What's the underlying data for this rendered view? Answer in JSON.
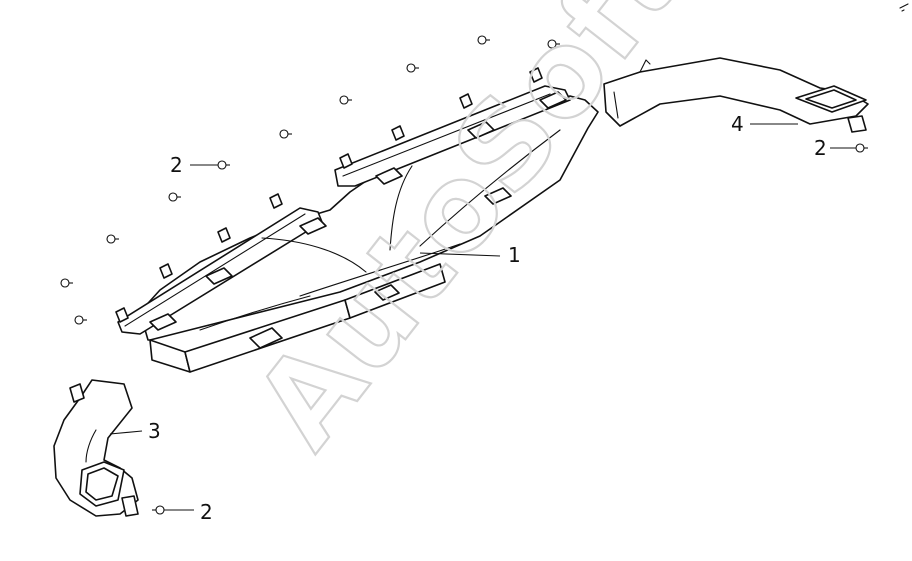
{
  "watermark": {
    "text": "AutoSoft"
  },
  "callouts": [
    {
      "id": "part-1-label",
      "label": "1"
    },
    {
      "id": "screw-upper-label",
      "label": "2"
    },
    {
      "id": "screw-right-label",
      "label": "2"
    },
    {
      "id": "screw-lower-label",
      "label": "2"
    },
    {
      "id": "part-3-label",
      "label": "3"
    },
    {
      "id": "part-4-label",
      "label": "4"
    }
  ]
}
